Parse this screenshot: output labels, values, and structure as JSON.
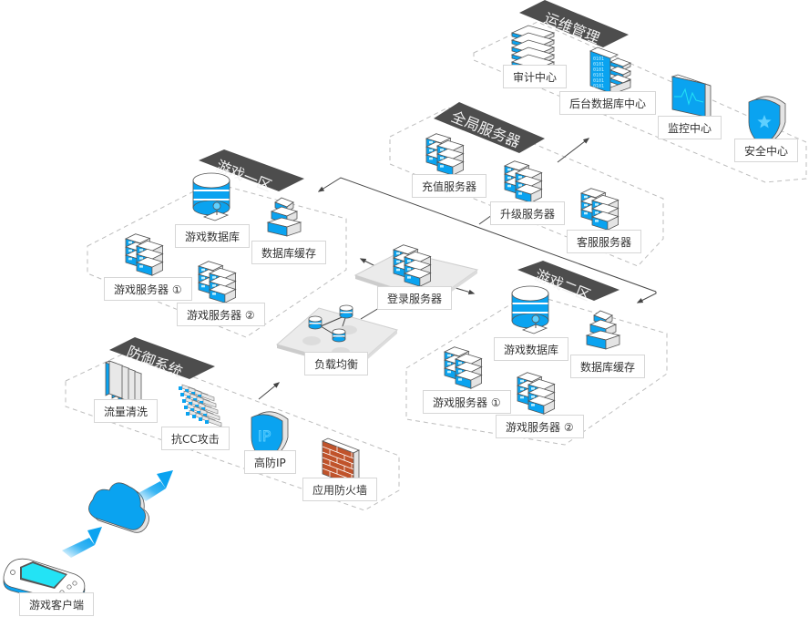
{
  "colors": {
    "accent": "#0aa3f0",
    "accent_light": "#5fd0ff",
    "banner_bg": "#4d4d4d",
    "banner_text": "#f2f2f2",
    "dash": "#bdbdbd",
    "line": "#444444",
    "firewall": "#c0532b",
    "screen": "#23e3f5"
  },
  "groups": {
    "ops": {
      "title": "运维管理",
      "items": [
        "审计中心",
        "后台数据库中心",
        "监控中心",
        "安全中心"
      ]
    },
    "global": {
      "title": "全局服务器",
      "items": [
        "充值服务器",
        "升级服务器",
        "客服服务器"
      ]
    },
    "zone1": {
      "title": "游戏一区",
      "items": [
        "游戏数据库",
        "数据库缓存",
        "游戏服务器 ①",
        "游戏服务器 ②"
      ]
    },
    "zone2": {
      "title": "游戏二区",
      "items": [
        "游戏数据库",
        "数据库缓存",
        "游戏服务器 ①",
        "游戏服务器 ②"
      ]
    },
    "defense": {
      "title": "防御系统",
      "items": [
        "流量清洗",
        "抗CC攻击",
        "高防IP",
        "应用防火墙"
      ]
    }
  },
  "center": {
    "login": "登录服务器",
    "balancer": "负载均衡"
  },
  "client": {
    "label": "游戏客户端"
  },
  "icons": {
    "shield_ip_text": "IP"
  }
}
